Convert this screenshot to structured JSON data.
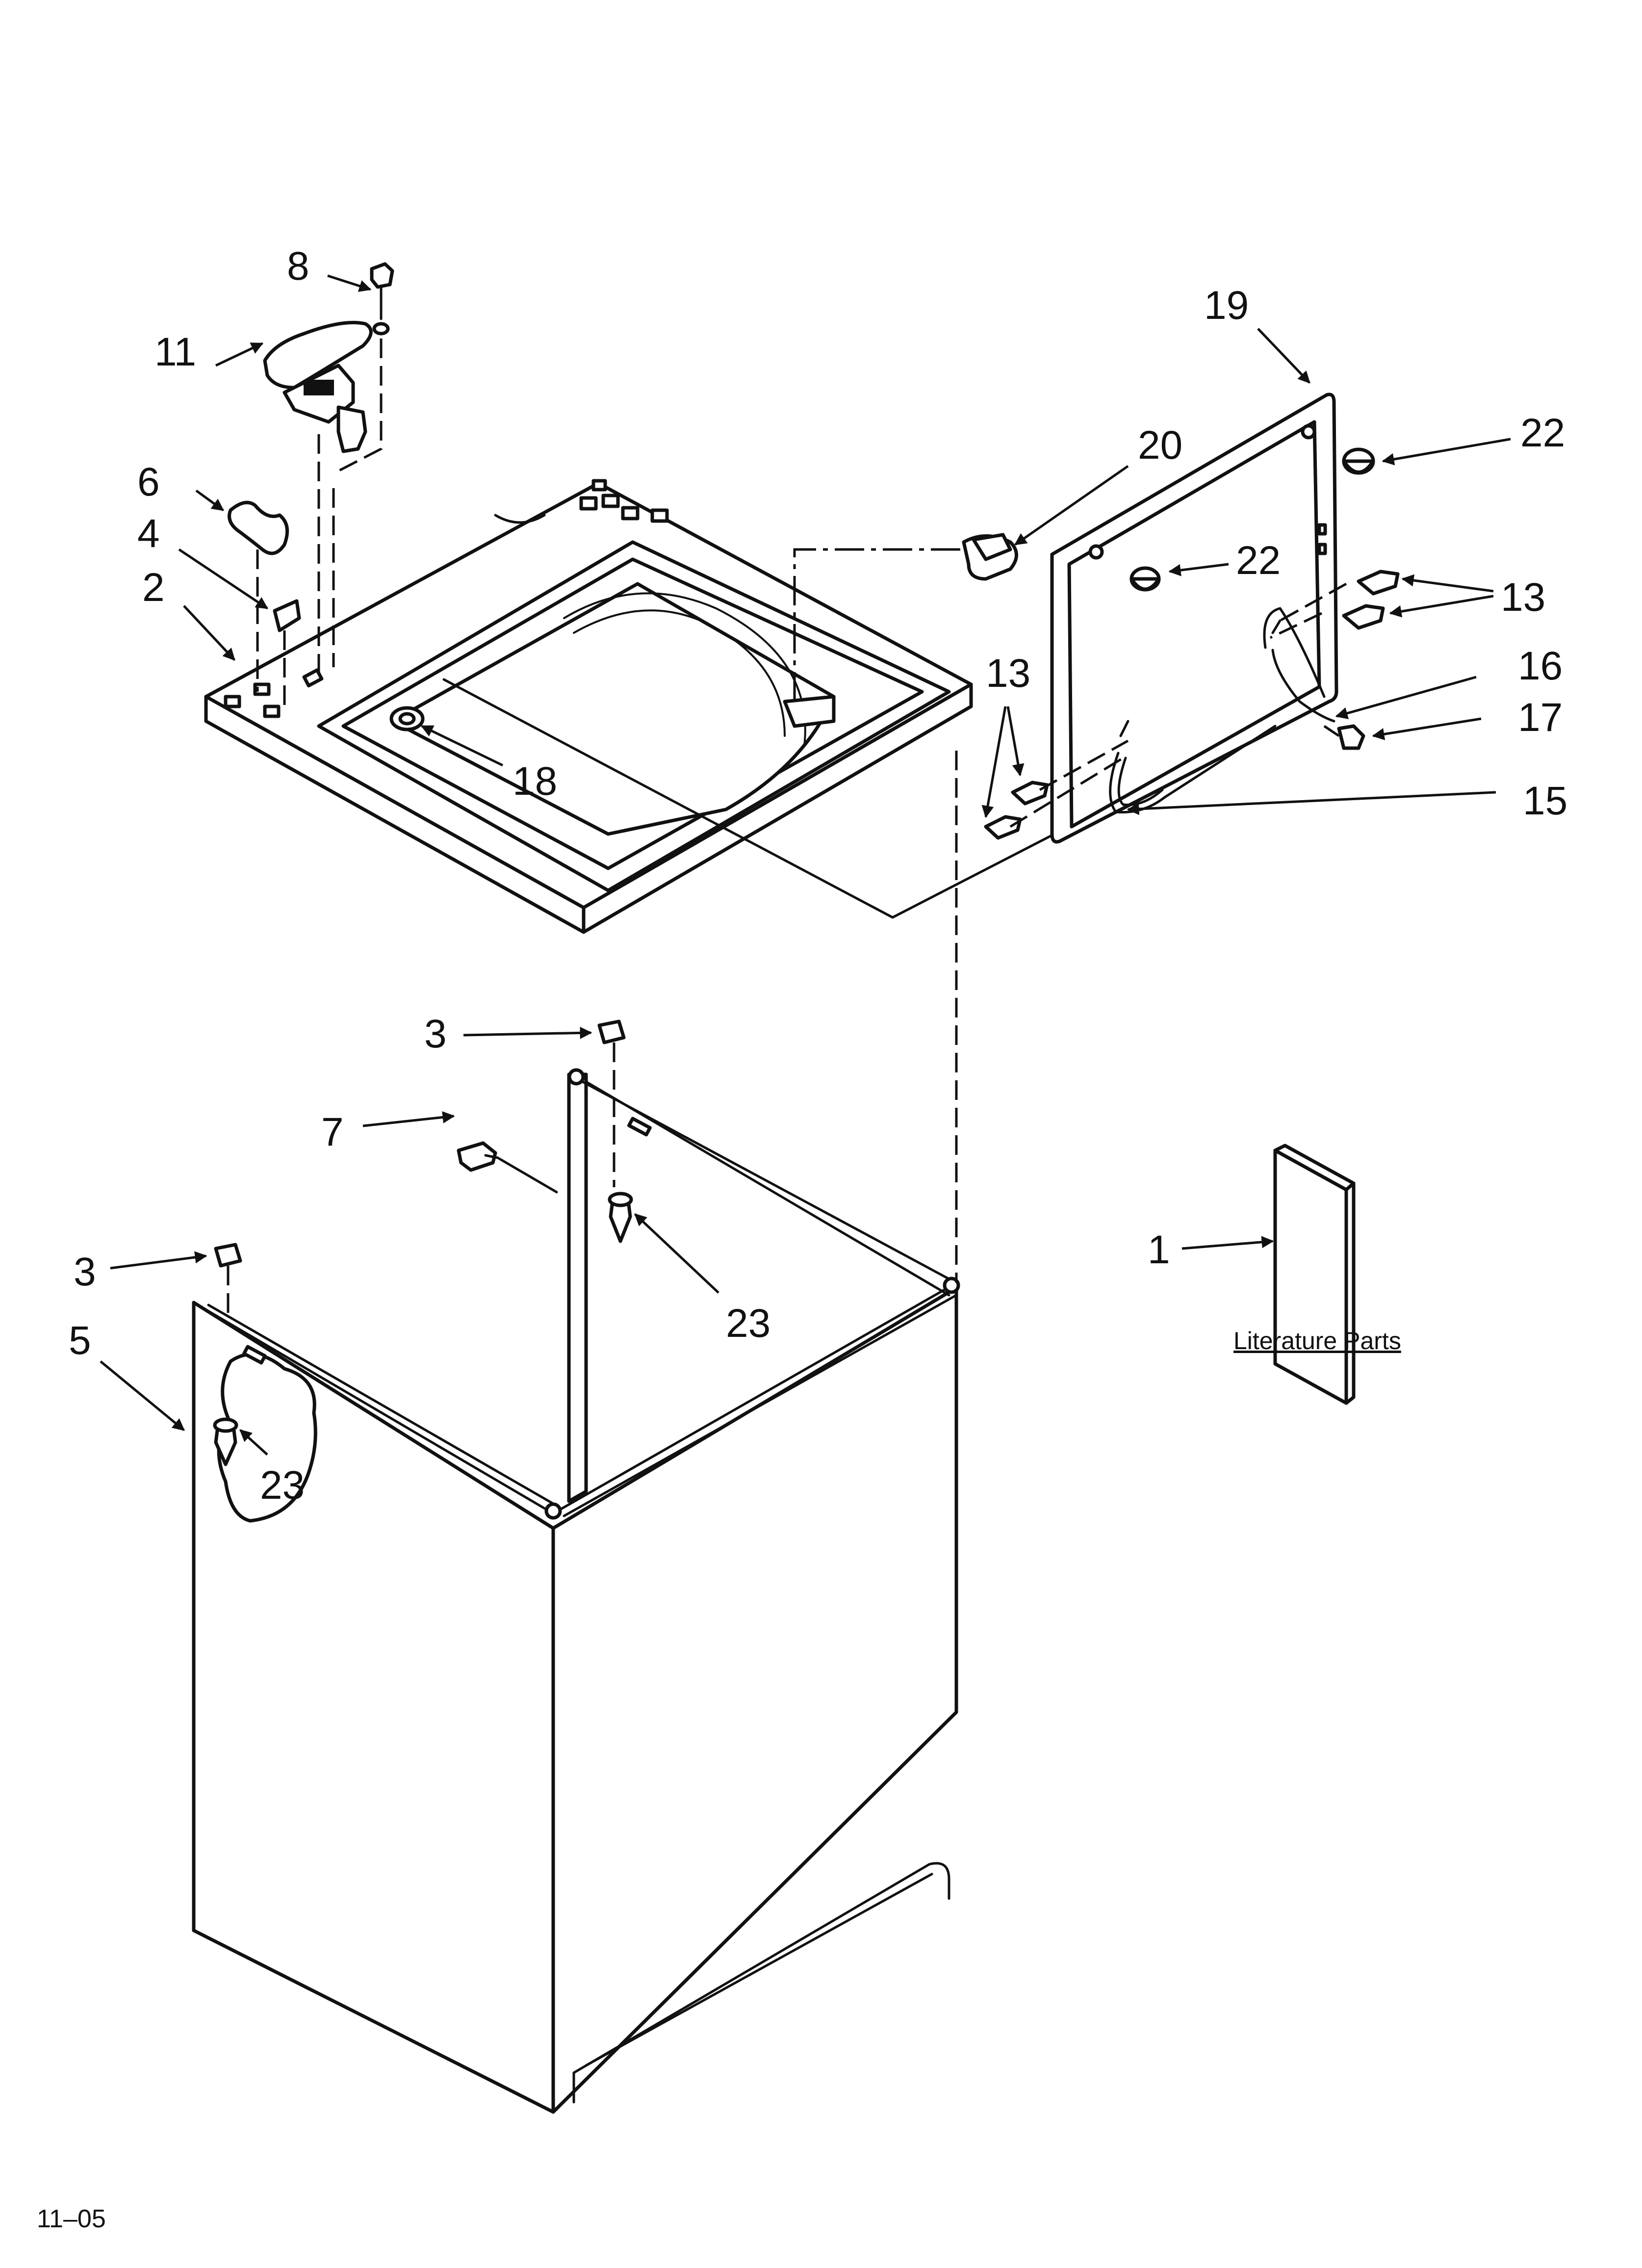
{
  "labels": {
    "p1": "1",
    "p2": "2",
    "p3a": "3",
    "p3b": "3",
    "p4": "4",
    "p5": "5",
    "p6": "6",
    "p7": "7",
    "p8": "8",
    "p11": "11",
    "p13a": "13",
    "p13b": "13",
    "p15": "15",
    "p16": "16",
    "p17": "17",
    "p18": "18",
    "p19": "19",
    "p20": "20",
    "p22a": "22",
    "p22b": "22",
    "p23a": "23",
    "p23b": "23"
  },
  "literature_caption": "Literature Parts",
  "page_code": "11–05"
}
